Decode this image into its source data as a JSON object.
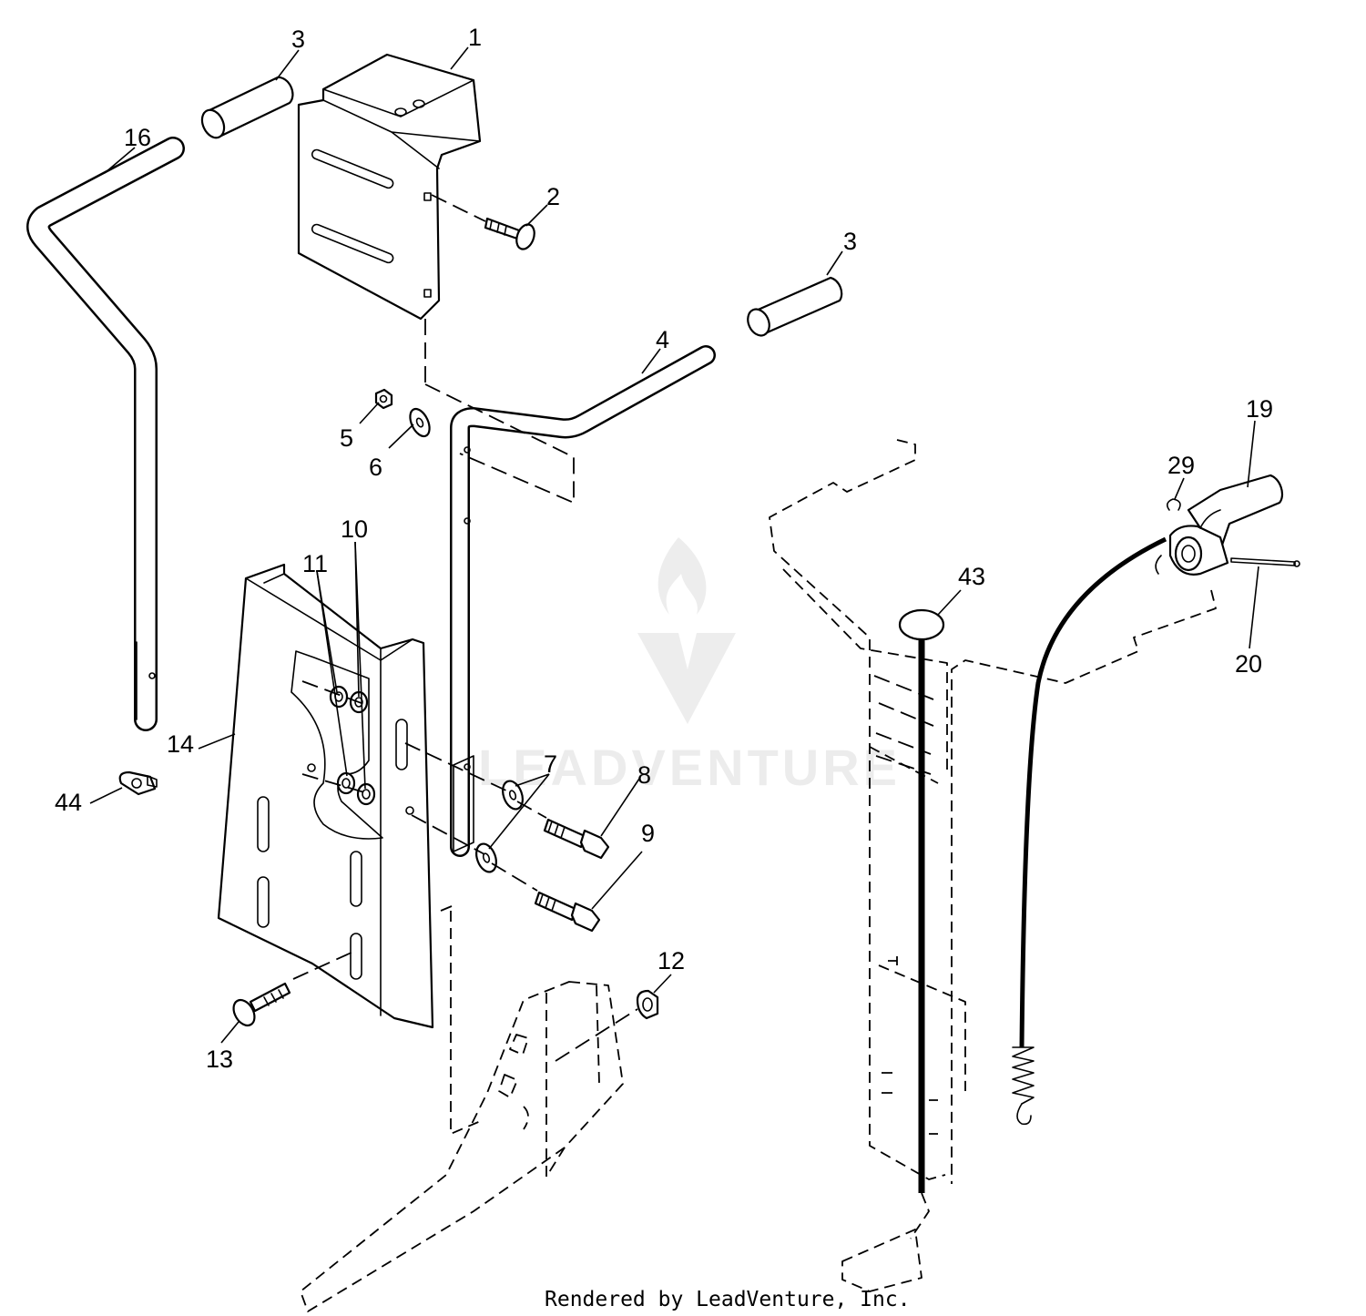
{
  "diagram": {
    "callouts": [
      "1",
      "2",
      "3",
      "3",
      "4",
      "5",
      "6",
      "7",
      "8",
      "9",
      "10",
      "11",
      "12",
      "13",
      "14",
      "16",
      "19",
      "20",
      "29",
      "43",
      "44"
    ],
    "credit": "Rendered by LeadVenture, Inc."
  },
  "watermark": {
    "text": "LEADVENTURE"
  },
  "colors": {
    "line": "#000000",
    "background": "#ffffff"
  }
}
